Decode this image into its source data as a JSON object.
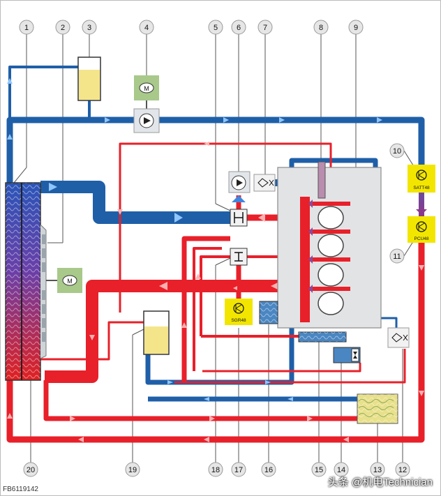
{
  "callouts": [
    "1",
    "2",
    "3",
    "4",
    "5",
    "6",
    "7",
    "8",
    "9",
    "10",
    "11",
    "12",
    "13",
    "14",
    "15",
    "16",
    "17",
    "18",
    "19",
    "20"
  ],
  "chips": {
    "satt": "SATT48",
    "pcu": "PCU48",
    "sgr": "SGR48"
  },
  "figure_code": "FB6119142",
  "watermark": "头条 @机电Technician",
  "colors": {
    "cold": "#1f5fa8",
    "hot": "#e8202a",
    "chip": "#f2e600",
    "reservoir": "#f5e58a",
    "heater": "#e8e08a"
  }
}
